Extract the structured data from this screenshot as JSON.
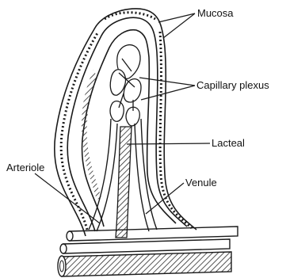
{
  "labels": {
    "mucosa": "Mucosa",
    "capillary_plexus": "Capillary plexus",
    "lacteal": "Lacteal",
    "arteriole": "Arteriole",
    "venule": "Venule"
  },
  "colors": {
    "ink": "#1a1a1a",
    "background": "#ffffff",
    "hatch": "#2a2a2a"
  }
}
